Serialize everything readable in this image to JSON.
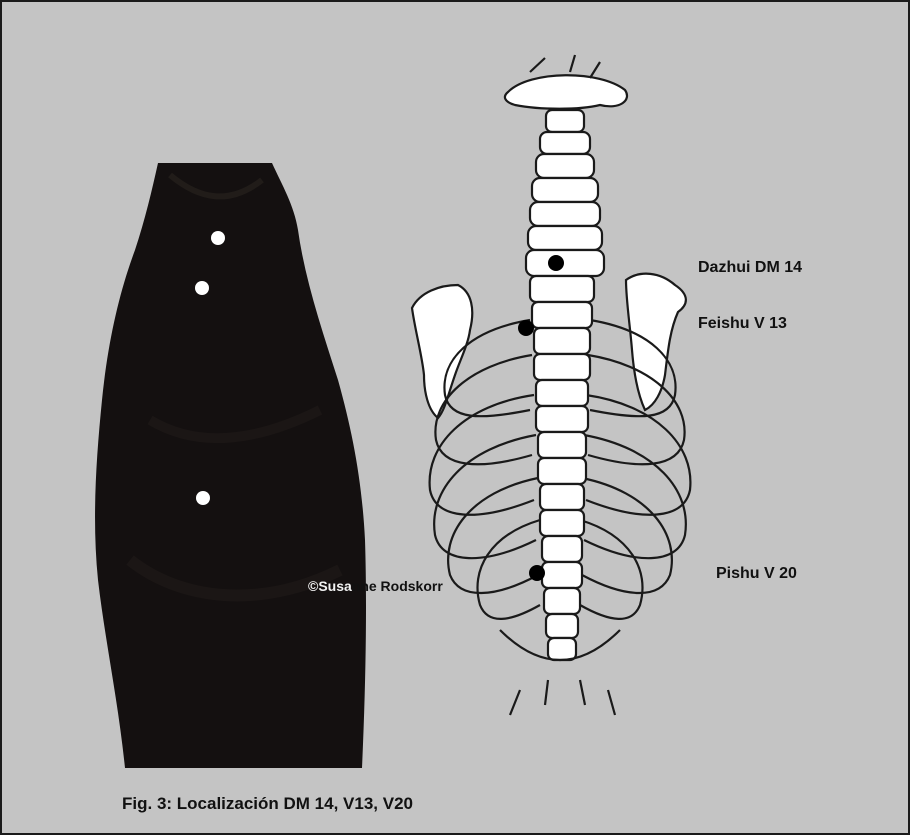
{
  "points": [
    {
      "label": "Dazhui DM 14"
    },
    {
      "label": "Feishu V 13"
    },
    {
      "label": "Pishu V 20"
    }
  ],
  "copyright": {
    "part_light": "©Susa",
    "part_dark": "nne Rodskorr"
  },
  "caption": "Fig. 3: Localización DM 14, V13, V20",
  "colors": {
    "background": "#c4c4c4",
    "dog": "#141010",
    "bone": "#ffffff",
    "marker_on_dog": "#ffffff",
    "marker_on_skeleton": "#000000"
  }
}
